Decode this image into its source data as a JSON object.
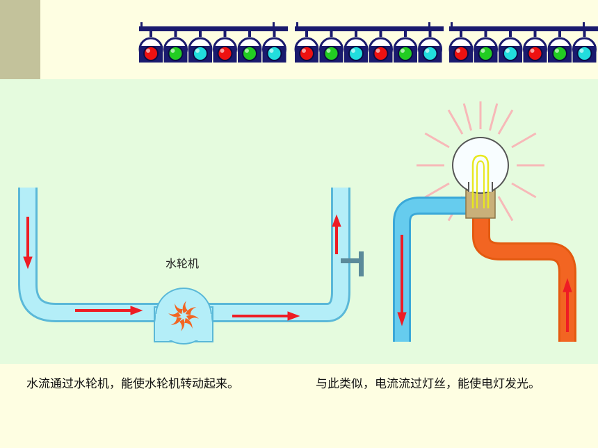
{
  "labels": {
    "turbine": "水轮机"
  },
  "captions": {
    "left": "水流通过水轮机，能使水轮机转动起来。",
    "right": "与此类似，电流流过灯丝，能使电灯发光。"
  },
  "stage_lights": {
    "groups": 3,
    "colors_per_group": [
      "#ee1111",
      "#22cc22",
      "#22dddd",
      "#ee1111",
      "#22cc22",
      "#22dddd"
    ]
  },
  "colors": {
    "water_pipe": "#8fe0f0",
    "pipe_outline": "#5ab8d8",
    "flow_arrow": "#ee1c24",
    "turbine_blades": "#f26522",
    "hot_wire": "#f26522",
    "cold_wire": "#66ccee",
    "lamp_base": "#c9b07a",
    "filament": "#e8e820"
  }
}
